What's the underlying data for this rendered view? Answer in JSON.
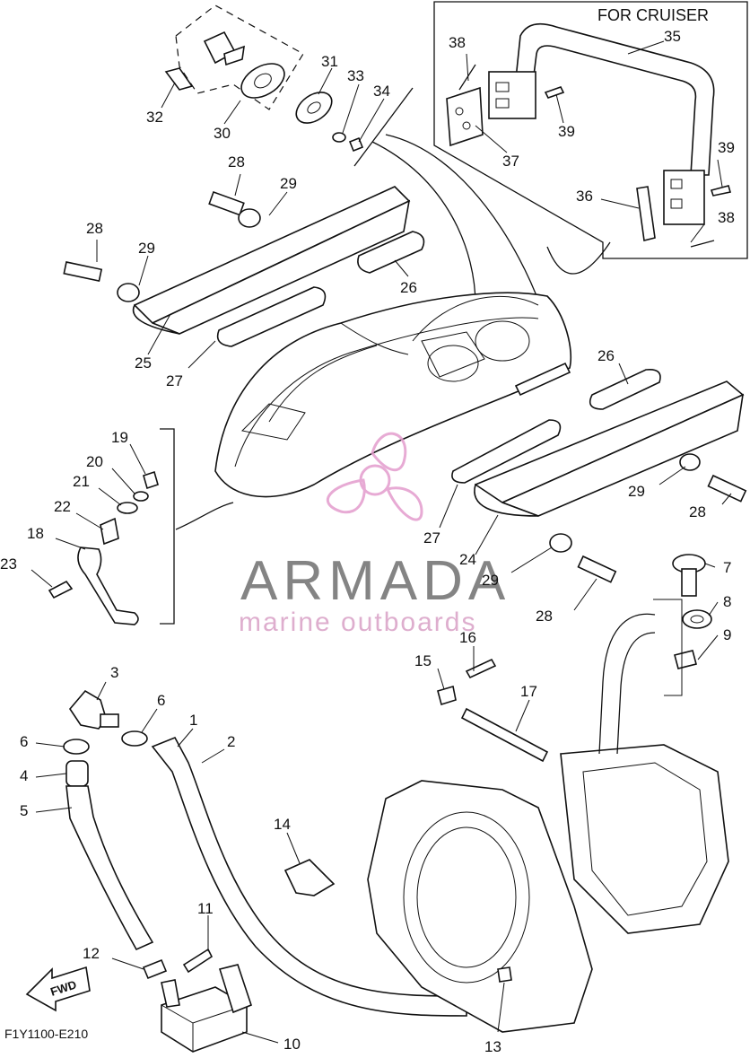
{
  "inset": {
    "title": "FOR CRUISER"
  },
  "footer": {
    "figure_code": "F1Y1100-E210",
    "fwd_label": "FWD"
  },
  "watermark": {
    "brand": "ARMADA",
    "tagline": "marine outboards",
    "brand_color": "#6f6f6f",
    "accent_color": "#e39ccd"
  },
  "callouts": [
    {
      "id": "c35",
      "text": "35"
    },
    {
      "id": "c38a",
      "text": "38"
    },
    {
      "id": "c39a",
      "text": "39"
    },
    {
      "id": "c37",
      "text": "37"
    },
    {
      "id": "c39b",
      "text": "39"
    },
    {
      "id": "c36",
      "text": "36"
    },
    {
      "id": "c38b",
      "text": "38"
    },
    {
      "id": "c31",
      "text": "31"
    },
    {
      "id": "c33",
      "text": "33"
    },
    {
      "id": "c34",
      "text": "34"
    },
    {
      "id": "c32",
      "text": "32"
    },
    {
      "id": "c30",
      "text": "30"
    },
    {
      "id": "c28a",
      "text": "28"
    },
    {
      "id": "c29a",
      "text": "29"
    },
    {
      "id": "c28b",
      "text": "28"
    },
    {
      "id": "c29b",
      "text": "29"
    },
    {
      "id": "c26a",
      "text": "26"
    },
    {
      "id": "c25",
      "text": "25"
    },
    {
      "id": "c27a",
      "text": "27"
    },
    {
      "id": "c26b",
      "text": "26"
    },
    {
      "id": "c19",
      "text": "19"
    },
    {
      "id": "c20",
      "text": "20"
    },
    {
      "id": "c21",
      "text": "21"
    },
    {
      "id": "c22",
      "text": "22"
    },
    {
      "id": "c18",
      "text": "18"
    },
    {
      "id": "c23",
      "text": "23"
    },
    {
      "id": "c29c",
      "text": "29"
    },
    {
      "id": "c28c",
      "text": "28"
    },
    {
      "id": "c27b",
      "text": "27"
    },
    {
      "id": "c24",
      "text": "24"
    },
    {
      "id": "c29d",
      "text": "29"
    },
    {
      "id": "c28d",
      "text": "28"
    },
    {
      "id": "c7",
      "text": "7"
    },
    {
      "id": "c8",
      "text": "8"
    },
    {
      "id": "c9",
      "text": "9"
    },
    {
      "id": "c16",
      "text": "16"
    },
    {
      "id": "c15",
      "text": "15"
    },
    {
      "id": "c17",
      "text": "17"
    },
    {
      "id": "c3",
      "text": "3"
    },
    {
      "id": "c6a",
      "text": "6"
    },
    {
      "id": "c1",
      "text": "1"
    },
    {
      "id": "c2",
      "text": "2"
    },
    {
      "id": "c6b",
      "text": "6"
    },
    {
      "id": "c4",
      "text": "4"
    },
    {
      "id": "c5",
      "text": "5"
    },
    {
      "id": "c14",
      "text": "14"
    },
    {
      "id": "c11",
      "text": "11"
    },
    {
      "id": "c12",
      "text": "12"
    },
    {
      "id": "c10",
      "text": "10"
    },
    {
      "id": "c13",
      "text": "13"
    }
  ]
}
